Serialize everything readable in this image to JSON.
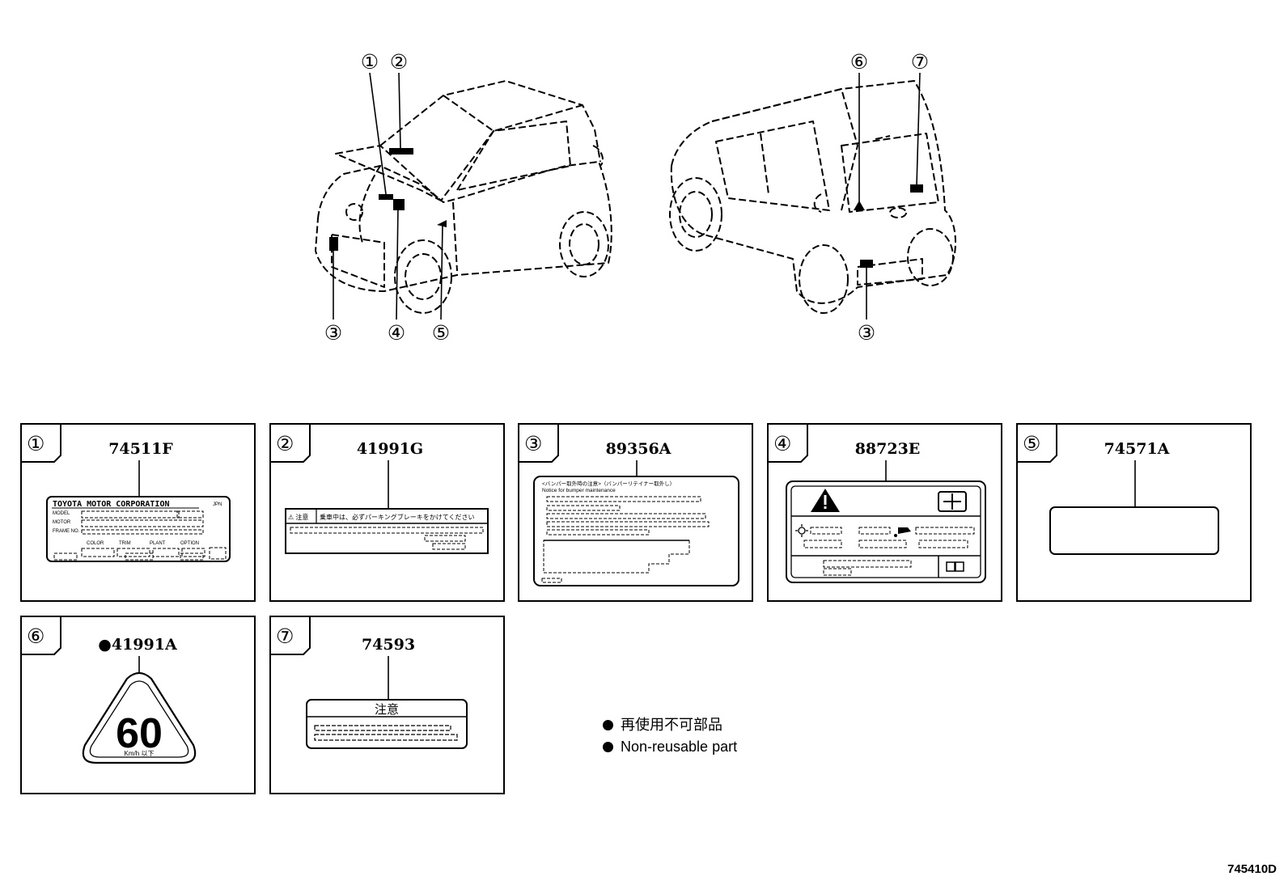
{
  "callouts": {
    "c1": "①",
    "c2": "②",
    "c3": "③",
    "c4": "④",
    "c5": "⑤",
    "c6": "⑥",
    "c7": "⑦"
  },
  "panels": [
    {
      "num": "①",
      "part": "74511F"
    },
    {
      "num": "②",
      "part": "41991G"
    },
    {
      "num": "③",
      "part": "89356A"
    },
    {
      "num": "④",
      "part": "88723E"
    },
    {
      "num": "⑤",
      "part": "74571A"
    },
    {
      "num": "⑥",
      "part": "●41991A"
    },
    {
      "num": "⑦",
      "part": "74593"
    }
  ],
  "labels": {
    "plate_title": "TOYOTA MOTOR CORPORATION",
    "plate_country": "JPN",
    "plate_rows": [
      "MODEL",
      "MOTOR",
      "FRAME NO."
    ],
    "plate_cols": [
      "COLOR",
      "TRIM",
      "PLANT",
      "OPTION"
    ],
    "parking_tag": "⚠ 注意",
    "parking_text": "乗車中は、必ずパーキングブレーキをかけてください",
    "bumper_line1": "<バンパー取外時の注意>（バンパーリテイナー取外し）",
    "bumper_line2": "Notice for bumper maintenance",
    "speed_value": "60",
    "speed_unit": "Km/h 以下",
    "caution_title": "注意"
  },
  "legend": {
    "ja": "再使用不可部品",
    "en": "Non-reusable part"
  },
  "drawing_id": "745410D"
}
